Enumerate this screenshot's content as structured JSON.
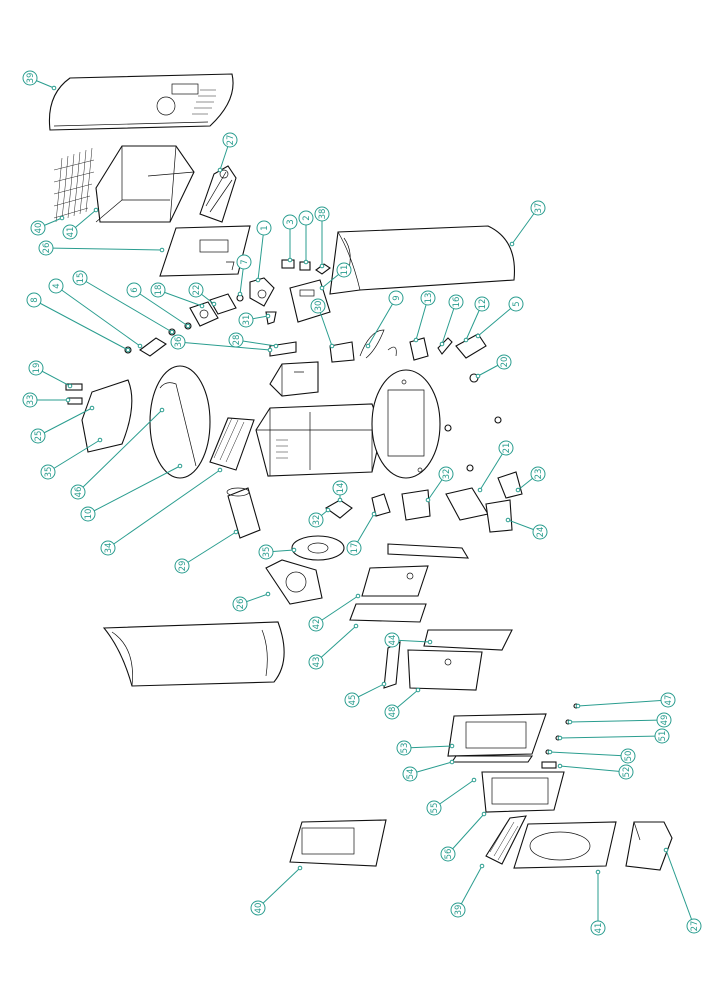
{
  "diagram": {
    "colors": {
      "leader": "#2a9d8f",
      "line": "#111111",
      "background": "#ffffff"
    },
    "callouts": [
      {
        "label": "39"
      },
      {
        "label": "40"
      },
      {
        "label": "41"
      },
      {
        "label": "27"
      },
      {
        "label": "37"
      },
      {
        "label": "26"
      },
      {
        "label": "3"
      },
      {
        "label": "2"
      },
      {
        "label": "38"
      },
      {
        "label": "1"
      },
      {
        "label": "7"
      },
      {
        "label": "11"
      },
      {
        "label": "31"
      },
      {
        "label": "8"
      },
      {
        "label": "4"
      },
      {
        "label": "15"
      },
      {
        "label": "6"
      },
      {
        "label": "18"
      },
      {
        "label": "22"
      },
      {
        "label": "36"
      },
      {
        "label": "28"
      },
      {
        "label": "30"
      },
      {
        "label": "9"
      },
      {
        "label": "13"
      },
      {
        "label": "16"
      },
      {
        "label": "12"
      },
      {
        "label": "5"
      },
      {
        "label": "20"
      },
      {
        "label": "19"
      },
      {
        "label": "33"
      },
      {
        "label": "25"
      },
      {
        "label": "35"
      },
      {
        "label": "46"
      },
      {
        "label": "10"
      },
      {
        "label": "34"
      },
      {
        "label": "14"
      },
      {
        "label": "17"
      },
      {
        "label": "32"
      },
      {
        "label": "21"
      },
      {
        "label": "23"
      },
      {
        "label": "24"
      },
      {
        "label": "29"
      },
      {
        "label": "32"
      },
      {
        "label": "35"
      },
      {
        "label": "26"
      },
      {
        "label": "42"
      },
      {
        "label": "43"
      },
      {
        "label": "44"
      },
      {
        "label": "45"
      },
      {
        "label": "48"
      },
      {
        "label": "47"
      },
      {
        "label": "49"
      },
      {
        "label": "51"
      },
      {
        "label": "50"
      },
      {
        "label": "52"
      },
      {
        "label": "53"
      },
      {
        "label": "54"
      },
      {
        "label": "55"
      },
      {
        "label": "56"
      }
    ]
  }
}
